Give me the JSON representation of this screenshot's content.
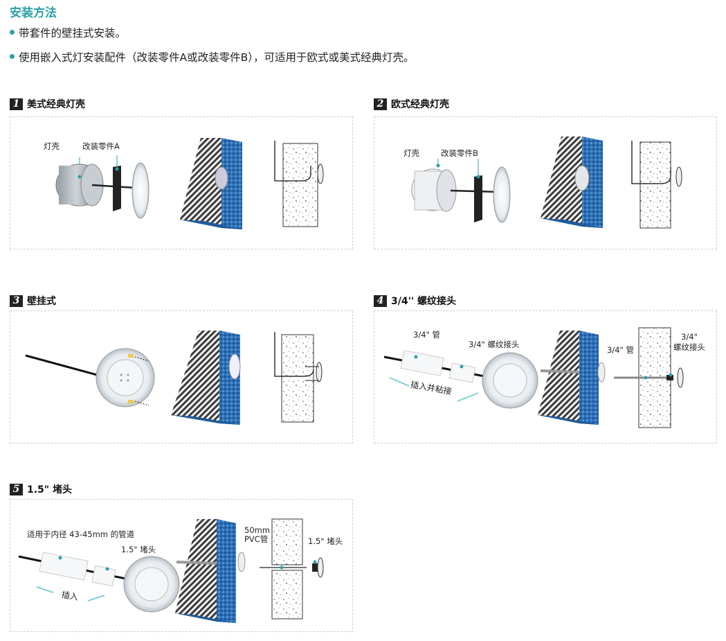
{
  "header": {
    "title": "安装方法",
    "bullets": [
      "带套件的壁挂式安装。",
      "使用嵌入式灯安装配件（改装零件A或改装零件B），可适用于欧式或美式经典灯壳。"
    ]
  },
  "sections": [
    {
      "num": "1",
      "title": "美式经典灯壳",
      "labels": {
        "housing": "灯壳",
        "part": "改装零件A"
      }
    },
    {
      "num": "2",
      "title": "欧式经典灯壳",
      "labels": {
        "housing": "灯壳",
        "part": "改装零件B"
      }
    },
    {
      "num": "3",
      "title": "壁挂式"
    },
    {
      "num": "4",
      "title": "3/4'' 螺纹接头",
      "labels": {
        "pipe": "3/4\" 管",
        "joint": "3/4\" 螺纹接头",
        "action": "插入并粘接",
        "pipe2": "3/4\" 管",
        "joint2a": "3/4\"",
        "joint2b": "螺纹接头"
      }
    },
    {
      "num": "5",
      "title": "1.5\" 堵头",
      "labels": {
        "fit": "适用于内径 43-45mm 的管道",
        "plug": "1.5\" 堵头",
        "action": "插入",
        "pvc_a": "50mm",
        "pvc_b": "PVC管",
        "plug2": "1.5\" 堵头"
      }
    }
  ],
  "colors": {
    "accent": "#2aa0a8",
    "tile": "#2d6fb5",
    "pipe": "#222222"
  }
}
